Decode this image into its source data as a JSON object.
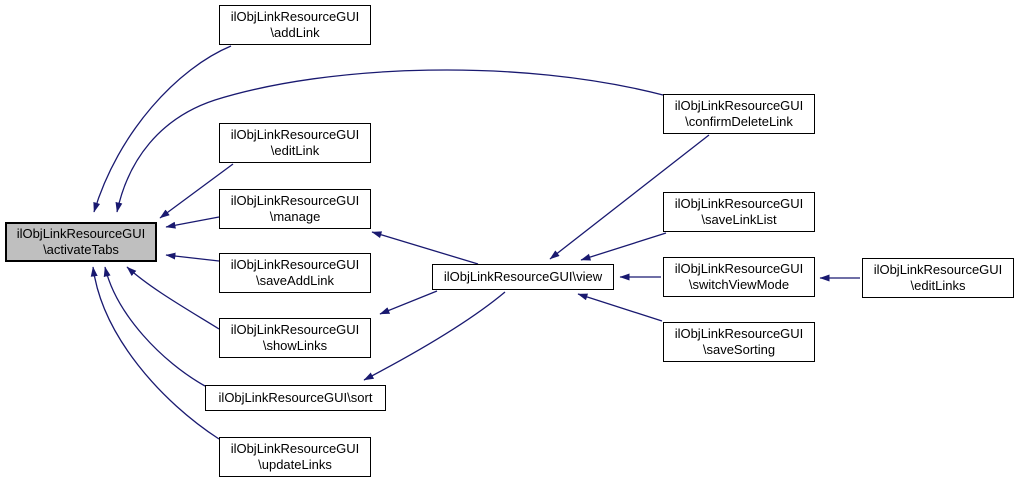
{
  "diagram": {
    "type": "call-graph",
    "colors": {
      "background": "#ffffff",
      "edge": "#191970",
      "node_fill": "#ffffff",
      "node_border": "#000000",
      "selected_node_fill": "#bfbfbf"
    },
    "nodes": {
      "activate_tabs": {
        "line1": "ilObjLinkResourceGUI",
        "line2": "\\activateTabs",
        "selected": true
      },
      "add_link": {
        "line1": "ilObjLinkResourceGUI",
        "line2": "\\addLink"
      },
      "edit_link": {
        "line1": "ilObjLinkResourceGUI",
        "line2": "\\editLink"
      },
      "manage": {
        "line1": "ilObjLinkResourceGUI",
        "line2": "\\manage"
      },
      "save_add_link": {
        "line1": "ilObjLinkResourceGUI",
        "line2": "\\saveAddLink"
      },
      "show_links": {
        "line1": "ilObjLinkResourceGUI",
        "line2": "\\showLinks"
      },
      "sort": {
        "label": "ilObjLinkResourceGUI\\sort"
      },
      "update_links": {
        "line1": "ilObjLinkResourceGUI",
        "line2": "\\updateLinks"
      },
      "view": {
        "label": "ilObjLinkResourceGUI\\view"
      },
      "confirm_delete_link": {
        "line1": "ilObjLinkResourceGUI",
        "line2": "\\confirmDeleteLink"
      },
      "save_link_list": {
        "line1": "ilObjLinkResourceGUI",
        "line2": "\\saveLinkList"
      },
      "switch_view_mode": {
        "line1": "ilObjLinkResourceGUI",
        "line2": "\\switchViewMode"
      },
      "save_sorting": {
        "line1": "ilObjLinkResourceGUI",
        "line2": "\\saveSorting"
      },
      "edit_links": {
        "line1": "ilObjLinkResourceGUI",
        "line2": "\\editLinks"
      }
    },
    "edges": [
      {
        "from": "add_link",
        "to": "activate_tabs"
      },
      {
        "from": "confirm_delete_link",
        "to": "activate_tabs"
      },
      {
        "from": "edit_link",
        "to": "activate_tabs"
      },
      {
        "from": "manage",
        "to": "activate_tabs"
      },
      {
        "from": "save_add_link",
        "to": "activate_tabs"
      },
      {
        "from": "show_links",
        "to": "activate_tabs"
      },
      {
        "from": "sort",
        "to": "activate_tabs"
      },
      {
        "from": "update_links",
        "to": "activate_tabs"
      },
      {
        "from": "confirm_delete_link",
        "to": "view"
      },
      {
        "from": "save_link_list",
        "to": "view"
      },
      {
        "from": "switch_view_mode",
        "to": "view"
      },
      {
        "from": "save_sorting",
        "to": "view"
      },
      {
        "from": "edit_links",
        "to": "switch_view_mode"
      },
      {
        "from": "view",
        "to": "manage"
      },
      {
        "from": "view",
        "to": "show_links"
      },
      {
        "from": "view",
        "to": "sort"
      }
    ]
  }
}
